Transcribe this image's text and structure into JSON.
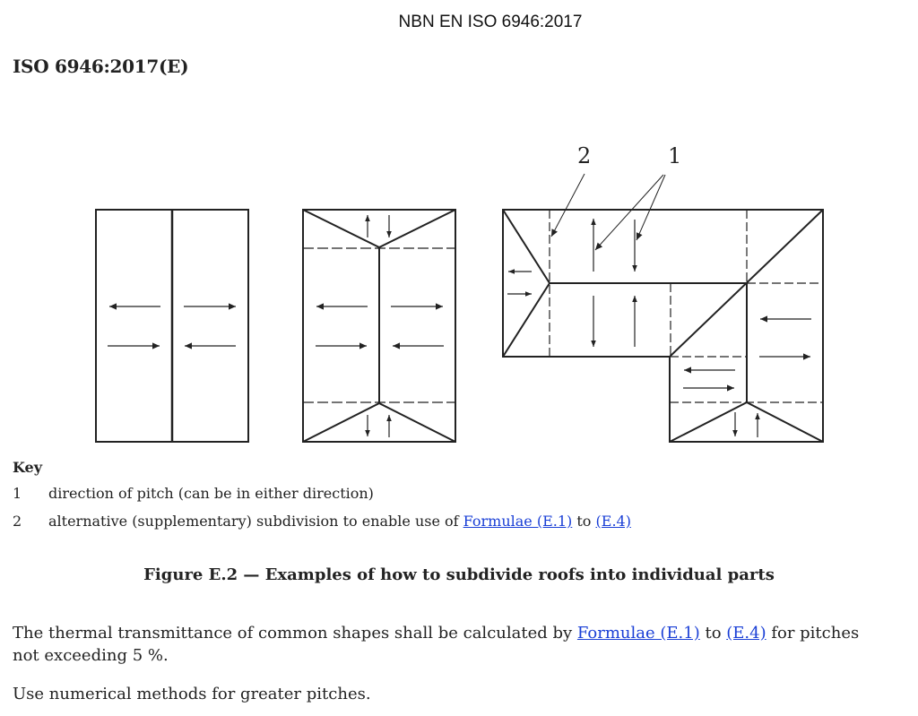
{
  "page": {
    "running_header": "NBN EN ISO 6946:2017",
    "document_id": "ISO 6946:2017(E)"
  },
  "figure": {
    "callouts": [
      {
        "label": "2"
      },
      {
        "label": "1"
      }
    ],
    "panels": [
      {
        "name": "gable-roof-two-parts"
      },
      {
        "name": "hipped-roof-subdivided"
      },
      {
        "name": "l-shaped-hipped-roof-subdivided"
      }
    ],
    "caption": "Figure E.2 — Examples of how to subdivide roofs into individual parts"
  },
  "key": {
    "title": "Key",
    "items": [
      {
        "num": "1",
        "text": "direction of pitch (can be in either direction)"
      },
      {
        "num": "2",
        "text": "alternative (supplementary) subdivision to enable use of ",
        "link1": "Formulae (E.1)",
        "mid": " to ",
        "link2": "(E.4)"
      }
    ]
  },
  "body": {
    "para1": {
      "before": "The thermal transmittance of common shapes shall be calculated by ",
      "link1": "Formulae (E.1)",
      "mid": " to ",
      "link2": "(E.4)",
      "after": " for pitches",
      "line2": "not exceeding 5 %."
    },
    "para2": "Use numerical methods for greater pitches."
  },
  "colors": {
    "link": "#1a3fd6",
    "line": "#222222"
  }
}
